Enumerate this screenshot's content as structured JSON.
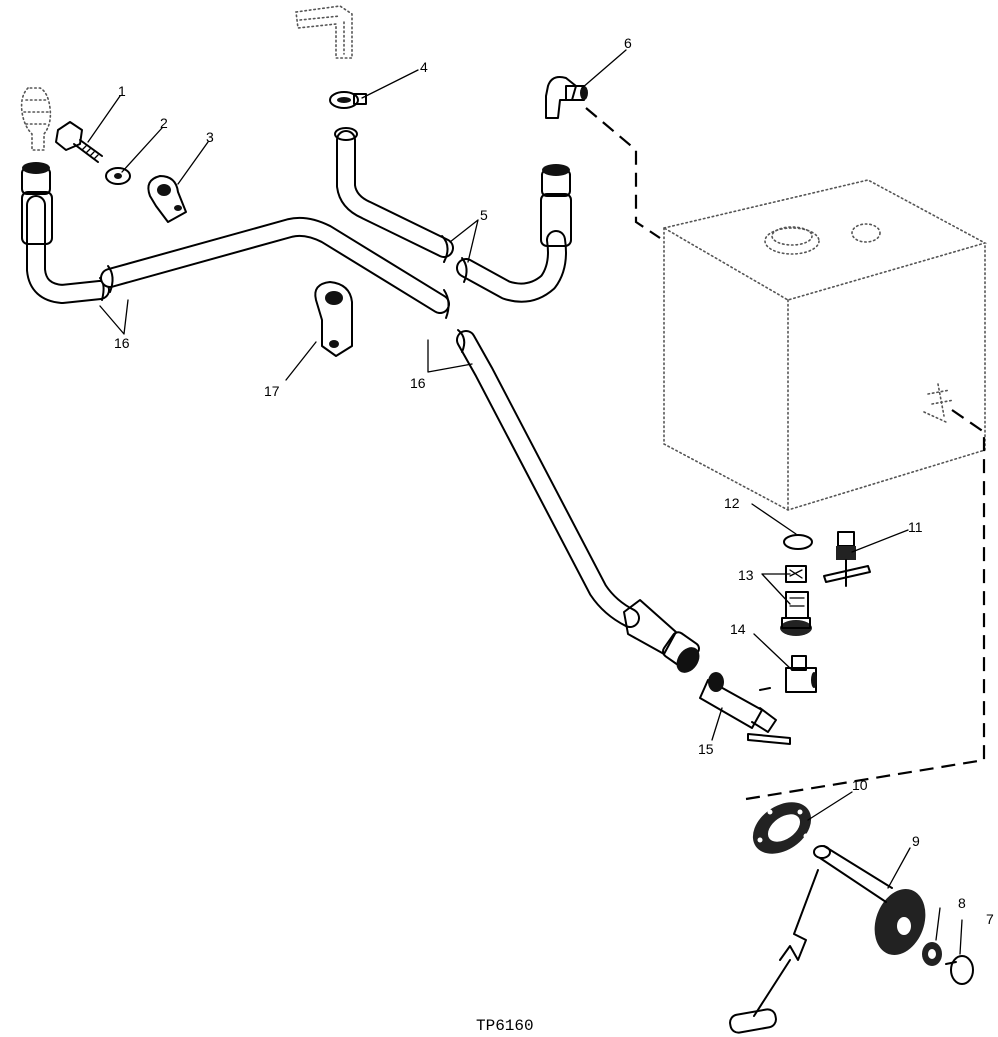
{
  "figure_id": "TP6160",
  "callouts": {
    "c1": "1",
    "c2": "2",
    "c3": "3",
    "c4": "4",
    "c5": "5",
    "c6": "6",
    "c7": "7",
    "c8": "8",
    "c9": "9",
    "c10": "10",
    "c11": "11",
    "c12": "12",
    "c13": "13",
    "c14": "14",
    "c15": "15",
    "c16a": "16",
    "c16b": "16",
    "c17": "17"
  }
}
